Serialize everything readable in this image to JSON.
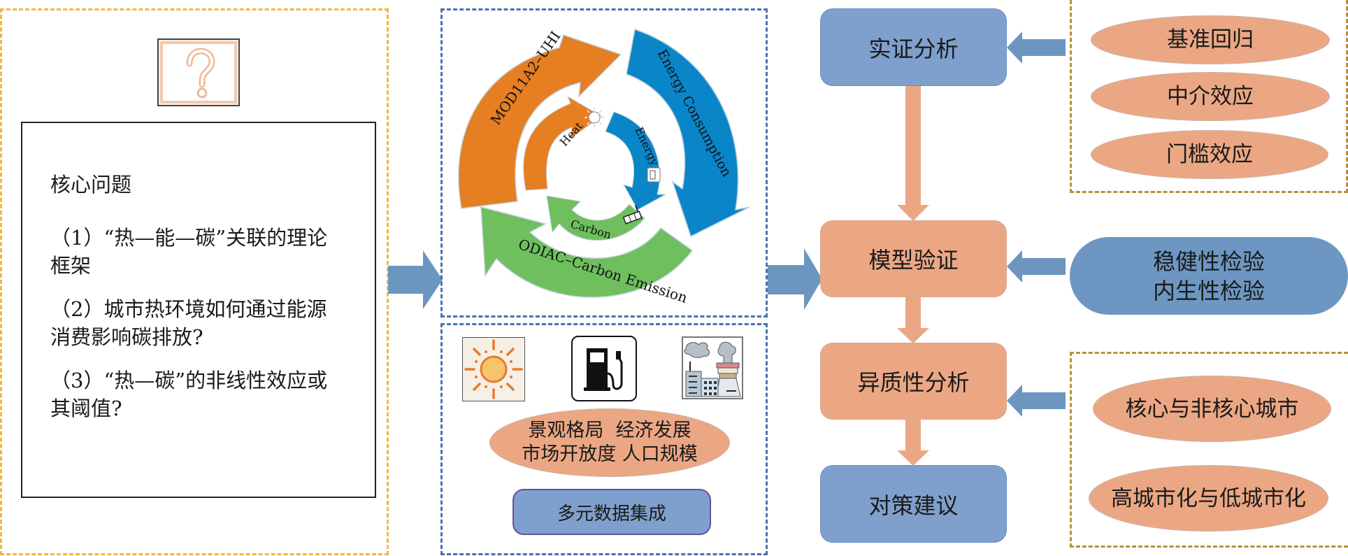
{
  "left_panel": {
    "question_icon": "question-mark-icon",
    "core_title": "核心问题",
    "questions": [
      "（1）“热—能—碳”关联的理论框架",
      "（2）城市热环境如何通过能源消费影响碳排放?",
      "（3）“热—碳”的非线性效应或其阈值?"
    ]
  },
  "cycle": {
    "outer": {
      "heat": "MOD11A2–UHI",
      "energy": "Energy Consumption",
      "carbon": "ODIAC–Carbon Emission"
    },
    "inner": {
      "heat": "Heat",
      "energy": "Energy",
      "carbon": "Carbon"
    },
    "colors": {
      "orange": "#e67e22",
      "blue": "#0a86c8",
      "green": "#6fbf5e"
    }
  },
  "data_panel": {
    "icons": [
      "sun-icon",
      "fuel-pump-icon",
      "factory-icon"
    ],
    "factors_line1": "景观格局  经济发展",
    "factors_line2": "市场开放度 人口规模",
    "integration": "多元数据集成"
  },
  "flow": {
    "steps": [
      "实证分析",
      "模型验证",
      "异质性分析",
      "对策建议"
    ]
  },
  "methods": {
    "empirical": [
      "基准回归",
      "中介效应",
      "门槛效应"
    ],
    "validation": [
      "稳健性检验",
      "内生性检验"
    ],
    "heterogeneity": [
      "核心与非核心城市",
      "高城市化与低城市化"
    ]
  }
}
